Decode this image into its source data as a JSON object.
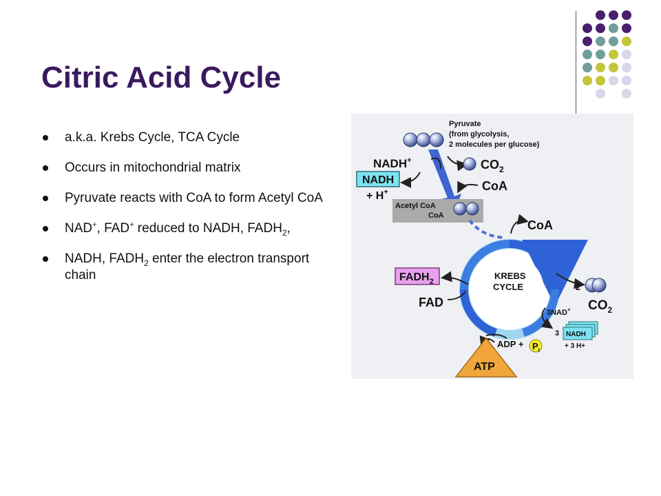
{
  "slide": {
    "title": "Citric Acid Cycle",
    "bullets": [
      {
        "parts": [
          {
            "t": "a.k.a. Krebs Cycle, TCA Cycle"
          }
        ]
      },
      {
        "parts": [
          {
            "t": "Occurs in mitochondrial matrix"
          }
        ]
      },
      {
        "parts": [
          {
            "t": "Pyruvate reacts with CoA to form Acetyl CoA"
          }
        ]
      },
      {
        "parts": [
          {
            "t": "NAD"
          },
          {
            "t": "+",
            "sup": true
          },
          {
            "t": ", FAD"
          },
          {
            "t": "+",
            "sup": true
          },
          {
            "t": " reduced to NADH, FADH"
          },
          {
            "t": "2",
            "sub": true
          },
          {
            "t": ","
          }
        ]
      },
      {
        "parts": [
          {
            "t": "NADH, FADH"
          },
          {
            "t": "2",
            "sub": true
          },
          {
            "t": " enter the electron transport chain"
          }
        ]
      }
    ]
  },
  "diagram": {
    "pyruvate_label": [
      "Pyruvate",
      "(from glycolysis,",
      "2 molecules per glucose)"
    ],
    "nadh_plus": "NADH",
    "nadh_plus_sup": "+",
    "nadh_box": "NADH",
    "h_plus": "+ H",
    "h_plus_sup": "+",
    "co2_top": "CO",
    "co2_top_sub": "2",
    "coa_in": "CoA",
    "acetyl_coa": [
      "Acetyl CoA",
      "CoA"
    ],
    "coa_out": "CoA",
    "cycle_label": [
      "KREBS",
      "CYCLE"
    ],
    "fadh2_box": "FADH",
    "fadh2_box_sub": "2",
    "fad": "FAD",
    "co2_count": "2",
    "co2_right": "CO",
    "co2_right_sub": "2",
    "nad3": "3NAD",
    "nad3_sup": "+",
    "nadh3_count": "3",
    "nadh3_box": "NADH",
    "nadh3_h": "+ 3 H+",
    "adp": "ADP +",
    "pi": "P",
    "pi_sub": "i",
    "atp": "ATP"
  },
  "colors": {
    "title": "#3a1a5e",
    "deco_purple": "#4b1e6e",
    "deco_teal": "#6f9e9b",
    "deco_olive": "#c2c63a",
    "deco_lavender": "#d7d7ea",
    "cycle_blue": "#2f62d6",
    "nadh_box": "#7de3f0",
    "fadh2_box": "#e9a0ee",
    "atp_fill": "#f0a63a",
    "pi_fill": "#f5ee2a"
  }
}
